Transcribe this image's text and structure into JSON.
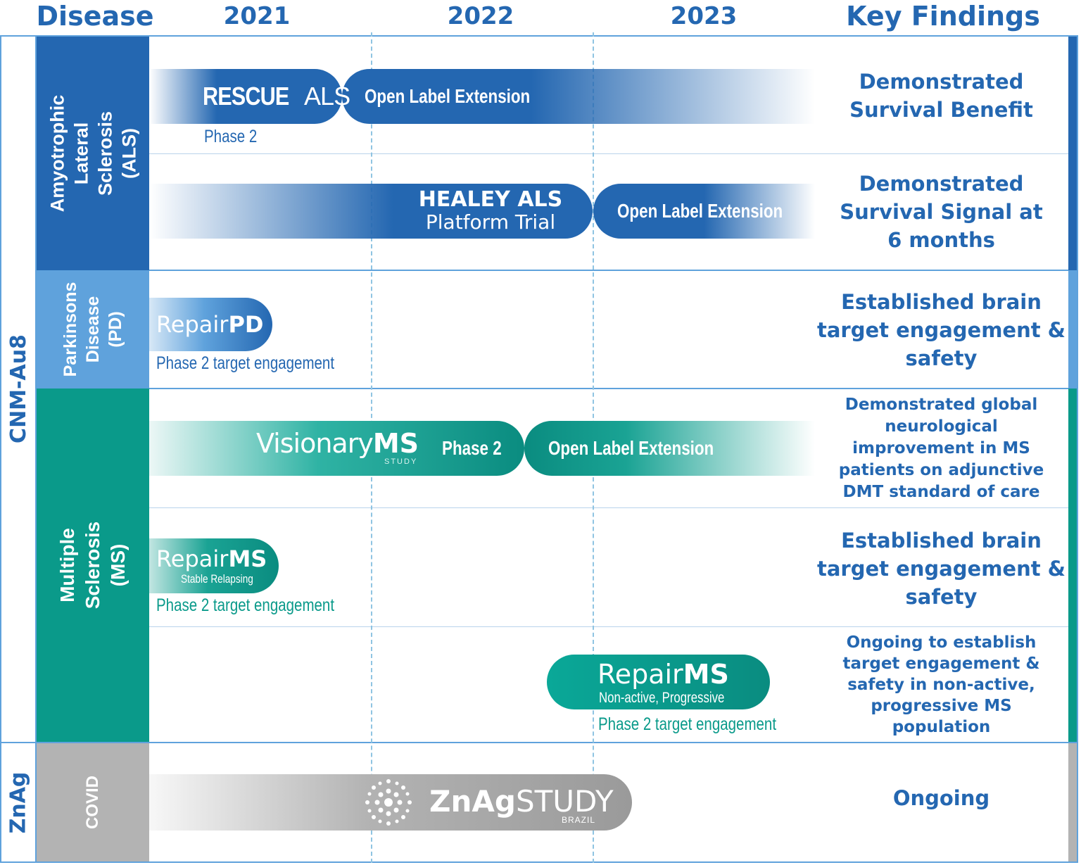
{
  "header": {
    "disease": "Disease",
    "years": [
      "2021",
      "2022",
      "2023"
    ],
    "key_findings": "Key Findings"
  },
  "compounds": {
    "cnm": "CNM-Au8",
    "znag": "ZnAg"
  },
  "diseases": {
    "als": "Amyotrophic Lateral Sclerosis (ALS)",
    "pd": "Parkinsons Disease (PD)",
    "ms": "Multiple Sclerosis (MS)",
    "covid": "COVID"
  },
  "trials": {
    "rescue": {
      "name_bold": "RESCUE",
      "name_light": "ALS",
      "phase": "Phase 2",
      "ole": "Open Label Extension"
    },
    "healey": {
      "line1": "HEALEY ALS",
      "line2": "Platform Trial",
      "ole": "Open Label Extension"
    },
    "repairpd": {
      "name_light": "Repair",
      "name_bold": "PD",
      "phase": "Phase 2 target engagement"
    },
    "visionary": {
      "name_light": "Visionary",
      "name_bold": "MS",
      "study": "STUDY",
      "phase": "Phase 2",
      "ole": "Open Label Extension"
    },
    "repairms_sr": {
      "name_light": "Repair",
      "name_bold": "MS",
      "subtitle": "Stable Relapsing",
      "phase": "Phase 2 target engagement"
    },
    "repairms_np": {
      "name_light": "Repair",
      "name_bold": "MS",
      "subtitle": "Non-active, Progressive",
      "phase": "Phase 2 target engagement"
    },
    "znag": {
      "name_bold": "ZnAg",
      "name_light": "STUDY",
      "country": "BRAZIL"
    }
  },
  "findings": {
    "rescue": "Demonstrated Survival Benefit",
    "healey": "Demonstrated Survival Signal at 6 months",
    "repairpd": "Established brain target engagement & safety",
    "visionary": "Demonstrated global neurological improvement in MS patients on adjunctive DMT standard of care",
    "repairms_sr": "Established brain target engagement & safety",
    "repairms_np": "Ongoing to establish target engagement & safety in non-active, progressive MS population",
    "znag": "Ongoing"
  },
  "colors": {
    "als_blue": "#2467b1",
    "pd_blue": "#5fa2dc",
    "ms_teal": "#0a9a8a",
    "covid_gray": "#b3b3b3",
    "grid_dash": "#8fc4e2"
  }
}
